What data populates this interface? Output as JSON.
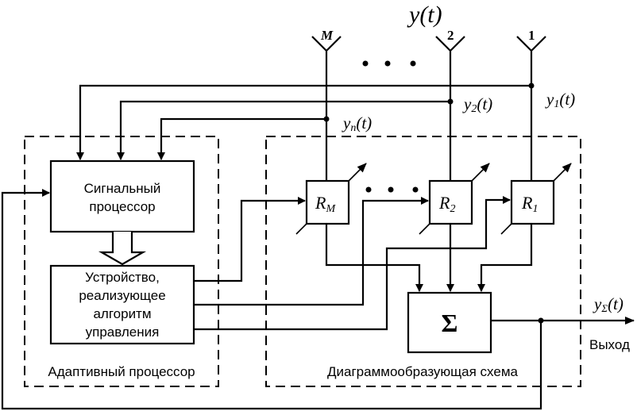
{
  "diagram": {
    "title_signal": "y(t)",
    "antennas": [
      {
        "id": "M",
        "label": "M"
      },
      {
        "id": "2",
        "label": "2"
      },
      {
        "id": "1",
        "label": "1"
      }
    ],
    "ellipsis": "• • •",
    "signals": {
      "y1": {
        "base": "y",
        "sub": "1",
        "arg": "(t)"
      },
      "y2": {
        "base": "y",
        "sub": "2",
        "arg": "(t)"
      },
      "yn": {
        "base": "y",
        "sub": "n",
        "arg": "(t)"
      },
      "ysum": {
        "base": "y",
        "sub": "Σ",
        "arg": "(t)"
      }
    },
    "weights": [
      {
        "id": "RM",
        "base": "R",
        "sub": "M"
      },
      {
        "id": "R2",
        "base": "R",
        "sub": "2"
      },
      {
        "id": "R1",
        "base": "R",
        "sub": "1"
      }
    ],
    "signal_processor": {
      "line1": "Сигнальный",
      "line2": "процессор"
    },
    "control_unit": {
      "line1": "Устройство,",
      "line2": "реализующее",
      "line3": "алгоритм",
      "line4": "управления"
    },
    "adaptive_processor_label": "Адаптивный процессор",
    "beamformer_label": "Диаграммообразующая схема",
    "summator_symbol": "Σ",
    "output_label": "Выход"
  }
}
